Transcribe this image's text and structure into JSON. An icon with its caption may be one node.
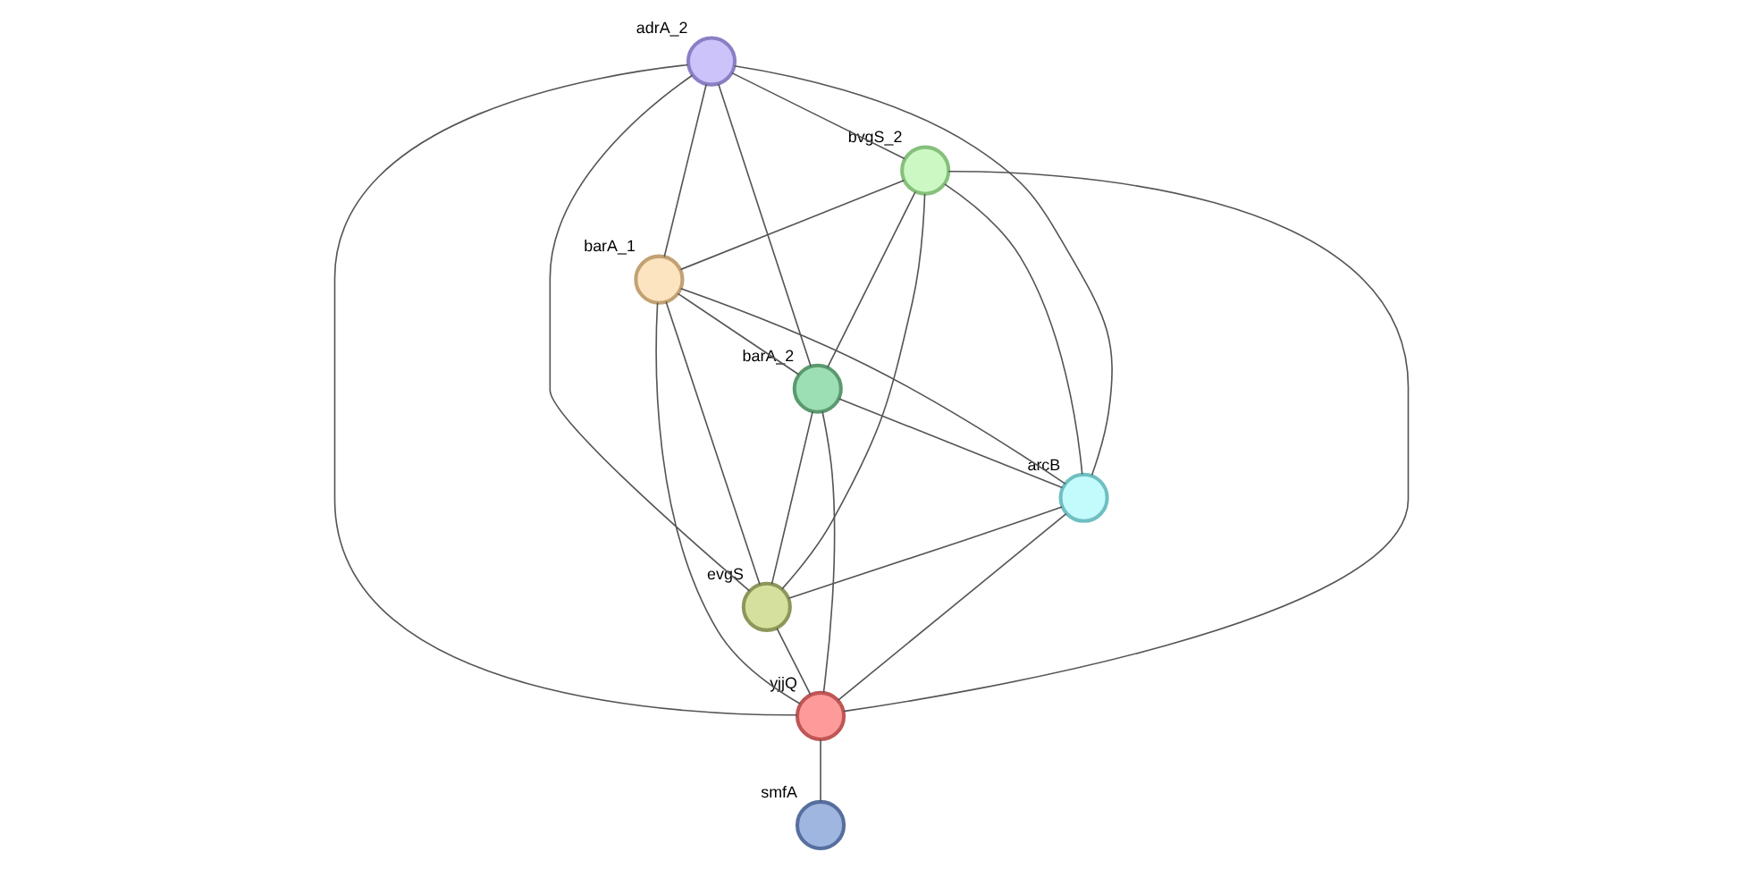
{
  "diagram": {
    "nodes": [
      {
        "text": [
          "adrA_2"
        ]
      },
      {
        "text": [
          "bvgS_2"
        ]
      },
      {
        "text": [
          "barA_1"
        ]
      },
      {
        "text": [
          "barA_2"
        ]
      },
      {
        "text": [
          "arcB"
        ]
      },
      {
        "text": [
          "evgS"
        ]
      },
      {
        "text": [
          "yjjQ"
        ]
      },
      {
        "text": [
          "smfA"
        ]
      }
    ],
    "edges": [
      {
        "from": 0,
        "to": 1,
        "arrow": "none"
      },
      {
        "from": 0,
        "to": 2,
        "arrow": "none"
      },
      {
        "from": 0,
        "to": 3,
        "arrow": "none"
      },
      {
        "from": 0,
        "to": 4,
        "arrow": "none"
      },
      {
        "from": 0,
        "to": 5,
        "arrow": "none"
      },
      {
        "from": 0,
        "to": 6,
        "arrow": "none"
      },
      {
        "from": 1,
        "to": 2,
        "arrow": "none"
      },
      {
        "from": 1,
        "to": 3,
        "arrow": "none"
      },
      {
        "from": 1,
        "to": 4,
        "arrow": "none"
      },
      {
        "from": 1,
        "to": 5,
        "arrow": "none"
      },
      {
        "from": 1,
        "to": 6,
        "arrow": "none"
      },
      {
        "from": 2,
        "to": 3,
        "arrow": "none"
      },
      {
        "from": 2,
        "to": 4,
        "arrow": "none"
      },
      {
        "from": 2,
        "to": 5,
        "arrow": "none"
      },
      {
        "from": 2,
        "to": 6,
        "arrow": "none"
      },
      {
        "from": 3,
        "to": 4,
        "arrow": "none"
      },
      {
        "from": 3,
        "to": 5,
        "arrow": "none"
      },
      {
        "from": 3,
        "to": 6,
        "arrow": "none"
      },
      {
        "from": 4,
        "to": 5,
        "arrow": "none"
      },
      {
        "from": 4,
        "to": 6,
        "arrow": "none"
      },
      {
        "from": 5,
        "to": 6,
        "arrow": "none"
      },
      {
        "from": 6,
        "to": 7,
        "arrow": "none"
      }
    ]
  }
}
